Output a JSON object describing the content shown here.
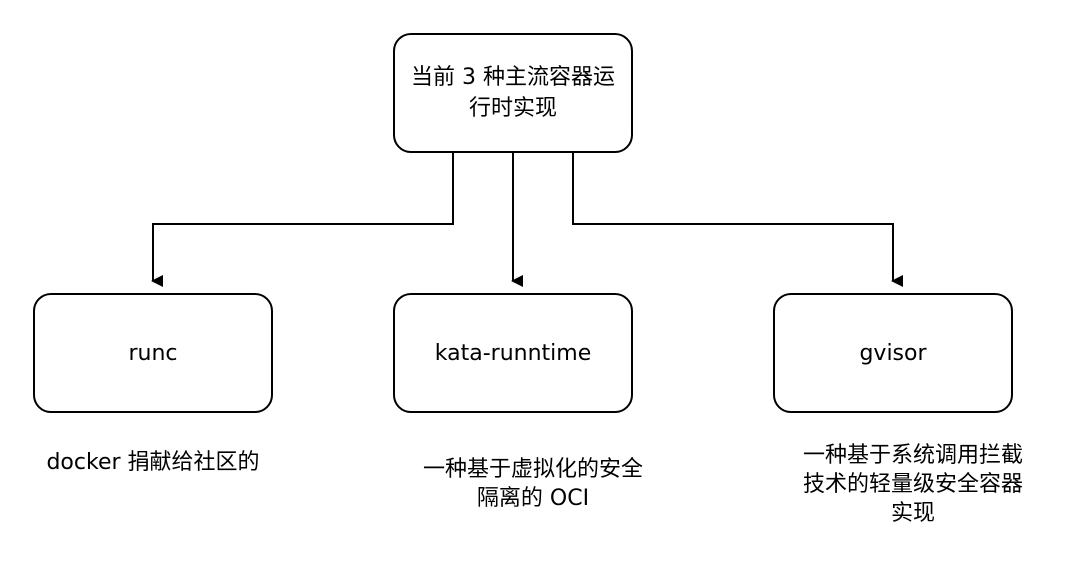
{
  "diagram": {
    "root": {
      "label": "当前 3 种主流容器运行时实现"
    },
    "nodes": [
      {
        "id": "runc",
        "label": "runc",
        "caption": "docker 捐献给社区的"
      },
      {
        "id": "kata",
        "label": "kata-runntime",
        "caption": "一种基于虚拟化的安全隔离的 OCI"
      },
      {
        "id": "gvisor",
        "label": "gvisor",
        "caption": "一种基于系统调用拦截技术的轻量级安全容器实现"
      }
    ],
    "colors": {
      "stroke": "#000000",
      "background": "#ffffff"
    }
  }
}
